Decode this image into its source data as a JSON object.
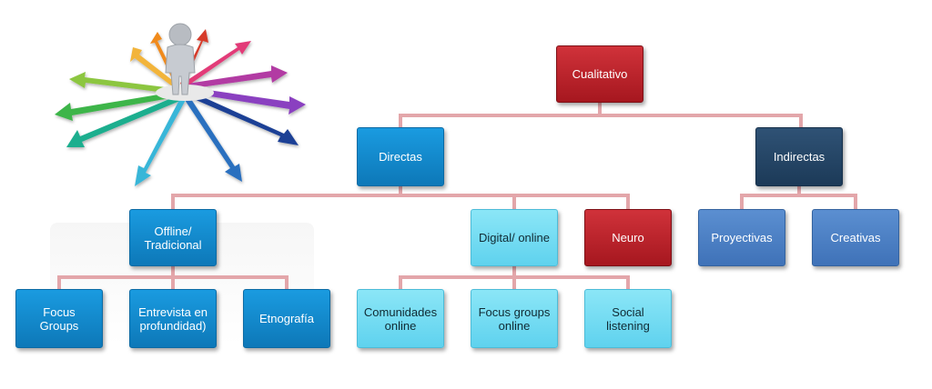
{
  "diagram": {
    "root": "Cualitativo",
    "level1": {
      "directas": "Directas",
      "indirectas": "Indirectas"
    },
    "directas_children": {
      "offline": "Offline/\nTradicional",
      "digital": "Digital/ online",
      "neuro": "Neuro"
    },
    "indirectas_children": {
      "proyectivas": "Proyectivas",
      "creativas": "Creativas"
    },
    "offline_children": {
      "focus": "Focus\nGroups",
      "entrevista": "Entrevista en\nprofundidad)",
      "etnografia": "Etnografía"
    },
    "digital_children": {
      "comunidades": "Comunidades\nonline",
      "focus_online": "Focus groups\nonline",
      "social": "Social\nlistening"
    }
  },
  "colors": {
    "connector": "#e3a6aa",
    "red": "#b3202a",
    "blue": "#1488cc",
    "navy": "#264766",
    "light_cyan": "#7ddcf2",
    "steel": "#4a7fc4"
  },
  "illustration": {
    "icon": "person-arrows-icon"
  }
}
